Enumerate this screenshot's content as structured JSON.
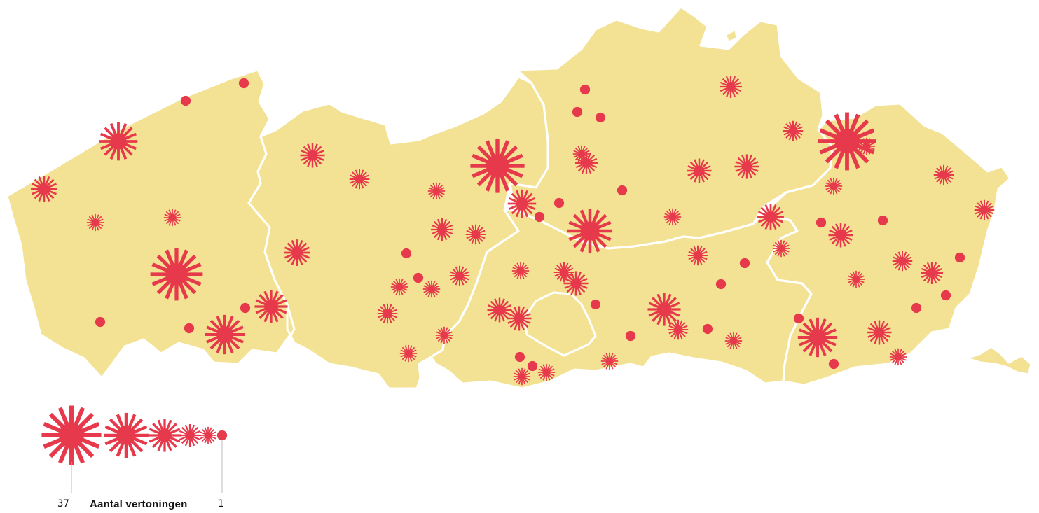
{
  "colors": {
    "land": "#f3e294",
    "marker": "#e63a4c",
    "border": "#ffffff"
  },
  "legend": {
    "max_label": "37",
    "title": "Aantal vertoningen",
    "min_label": "1",
    "counts": [
      37,
      20,
      10,
      4,
      2,
      1
    ]
  },
  "screenings": [
    {
      "count": 6
    },
    {
      "count": 14
    },
    {
      "count": 1
    },
    {
      "count": 1
    },
    {
      "count": 2
    },
    {
      "count": 2
    },
    {
      "count": 28
    },
    {
      "count": 1
    },
    {
      "count": 1
    },
    {
      "count": 15
    },
    {
      "count": 10
    },
    {
      "count": 1
    },
    {
      "count": 5
    },
    {
      "count": 3
    },
    {
      "count": 6
    },
    {
      "count": 2
    },
    {
      "count": 30
    },
    {
      "count": 4
    },
    {
      "count": 3
    },
    {
      "count": 3
    },
    {
      "count": 1
    },
    {
      "count": 7
    },
    {
      "count": 1
    },
    {
      "count": 1
    },
    {
      "count": 2
    },
    {
      "count": 1
    },
    {
      "count": 2
    },
    {
      "count": 3
    },
    {
      "count": 2
    },
    {
      "count": 5
    },
    {
      "count": 5
    },
    {
      "count": 1
    },
    {
      "count": 2
    },
    {
      "count": 2
    },
    {
      "count": 2
    },
    {
      "count": 3
    },
    {
      "count": 5
    },
    {
      "count": 1
    },
    {
      "count": 2
    },
    {
      "count": 2
    },
    {
      "count": 1
    },
    {
      "count": 1
    },
    {
      "count": 1
    },
    {
      "count": 20
    },
    {
      "count": 4
    },
    {
      "count": 1
    },
    {
      "count": 5
    },
    {
      "count": 5
    },
    {
      "count": 4
    },
    {
      "count": 3
    },
    {
      "count": 2
    },
    {
      "count": 10
    },
    {
      "count": 3
    },
    {
      "count": 1
    },
    {
      "count": 3
    },
    {
      "count": 1
    },
    {
      "count": 2
    },
    {
      "count": 2
    },
    {
      "count": 35
    },
    {
      "count": 2
    },
    {
      "count": 2
    },
    {
      "count": 3
    },
    {
      "count": 1
    },
    {
      "count": 5
    },
    {
      "count": 1
    },
    {
      "count": 2
    },
    {
      "count": 3
    },
    {
      "count": 1
    },
    {
      "count": 1
    },
    {
      "count": 1
    },
    {
      "count": 15
    },
    {
      "count": 2
    },
    {
      "count": 1
    },
    {
      "count": 2
    },
    {
      "count": 1
    },
    {
      "count": 1
    },
    {
      "count": 1
    },
    {
      "count": 3
    },
    {
      "count": 5
    },
    {
      "count": 6
    },
    {
      "count": 4
    },
    {
      "count": 1
    }
  ]
}
